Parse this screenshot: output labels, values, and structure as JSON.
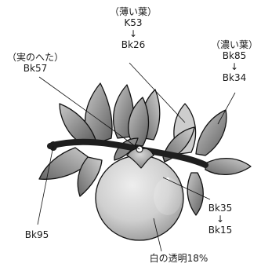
{
  "labels": {
    "light_leaf": {
      "title": "（薄い葉）",
      "from": "K53",
      "arrow": "↓",
      "to": "Bk26"
    },
    "dark_leaf": {
      "title": "（濃い葉）",
      "from": "Bk85",
      "arrow": "↓",
      "to": "Bk34"
    },
    "calyx": {
      "title": "（実のへた）",
      "value": "Bk57"
    },
    "stem": {
      "value": "Bk95"
    },
    "fruit": {
      "from": "Bk35",
      "arrow": "↓",
      "to": "Bk15"
    },
    "highlight": {
      "value": "白の透明18%"
    }
  },
  "colors": {
    "leaf_dark": "#5f5f5f",
    "leaf_light": "#c8c8c8",
    "stem": "#1e1e1e",
    "fruit_light": "#e8e8e8",
    "fruit_dark": "#9a9a9a",
    "outline": "#111111"
  }
}
